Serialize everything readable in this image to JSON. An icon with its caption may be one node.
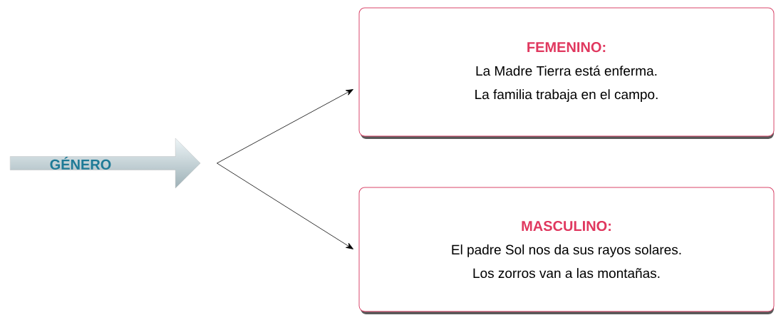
{
  "diagram": {
    "nodes": [
      {
        "text": [
          "GÉNERO"
        ]
      },
      {
        "text": [
          "FEMENINO:",
          "La Madre Tierra está enferma.",
          "La familia trabaja en el campo."
        ]
      },
      {
        "text": [
          "MASCULINO:",
          "El padre Sol nos da sus rayos solares.",
          "Los zorros van a las montañas."
        ]
      }
    ],
    "edges": [
      {
        "from": 0,
        "to": 1,
        "arrow": "to"
      },
      {
        "from": 0,
        "to": 2,
        "arrow": "to"
      }
    ]
  }
}
